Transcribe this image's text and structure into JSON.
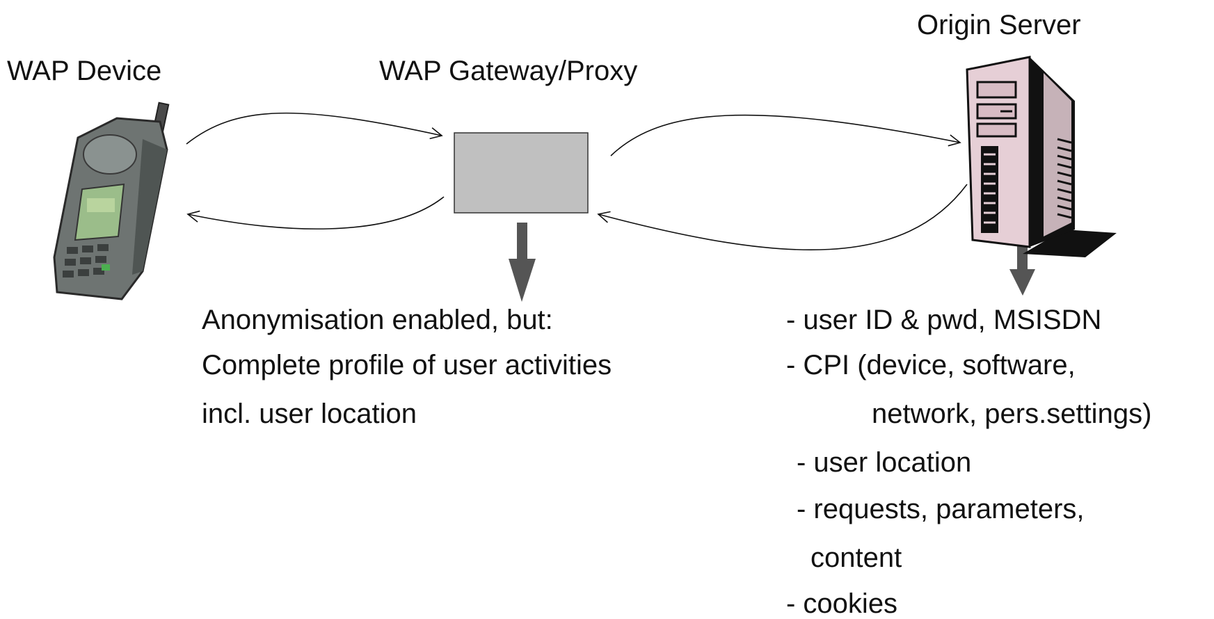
{
  "labels": {
    "device": "WAP Device",
    "gateway": "WAP Gateway/Proxy",
    "server": "Origin Server"
  },
  "gateway_notes": [
    "Anonymisation enabled, but:",
    "Complete profile of user activities",
    "incl. user location"
  ],
  "server_notes": [
    "- user ID & pwd, MSISDN",
    "- CPI (device, software,",
    "network, pers.settings)",
    "- user location",
    "- requests, parameters,",
    "content",
    "- cookies"
  ],
  "icons": {
    "device": "mobile-phone-icon",
    "gateway": "gateway-box",
    "server": "server-tower-icon"
  },
  "colors": {
    "gateway_fill": "#c0c0c0",
    "down_arrow": "#555555",
    "server_body": "#e6cfd6"
  }
}
